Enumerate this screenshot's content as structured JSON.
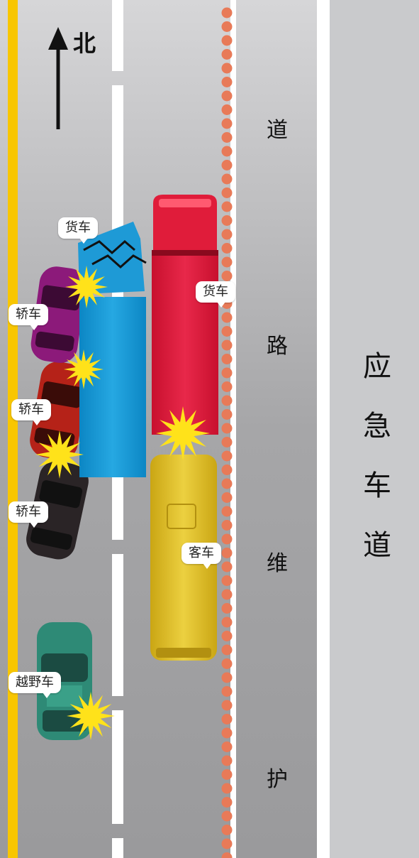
{
  "direction": {
    "label": "北"
  },
  "median_road_label": [
    "道",
    "路",
    "维",
    "护"
  ],
  "emergency_lane_label": [
    "应",
    "急",
    "车",
    "道"
  ],
  "vehicle_labels": {
    "truck_blue": "货车",
    "truck_red": "货车",
    "sedan_purple": "轿车",
    "sedan_red": "轿车",
    "sedan_black": "轿车",
    "bus_yellow": "客车",
    "suv_teal": "越野车"
  },
  "colors": {
    "road": "#a8a8aa",
    "emergency_lane": "#c8c9cb",
    "yellow_line": "#f7c800",
    "cone": "#e87a58",
    "truck_blue": "#1e9ad6",
    "truck_red": "#e01c3a",
    "bus_yellow": "#e2c021",
    "sedan_purple": "#8a1a78",
    "sedan_red": "#b02018",
    "sedan_black": "#241e20",
    "suv_teal": "#2e8a76",
    "crash": "#ffe21a"
  }
}
